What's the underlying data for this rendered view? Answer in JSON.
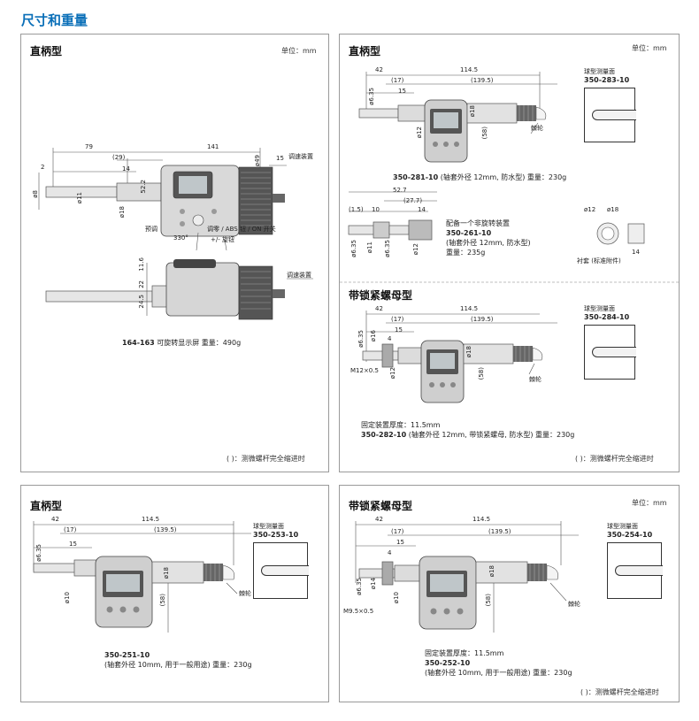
{
  "page_title": "尺寸和重量",
  "panel_a": {
    "title": "直柄型",
    "unit": "单位：mm",
    "dims": {
      "d79": "79",
      "d141": "141",
      "d29": "(29)",
      "d14": "14",
      "d2": "2",
      "d8": "ø8",
      "d11": "ø11",
      "d18": "ø18",
      "d522": "52.2",
      "d49": "ø49",
      "d15": "15",
      "d116": "11.6",
      "d22": "22",
      "d245": "24.5"
    },
    "labels": {
      "speed": "调速装置",
      "preset": "预调",
      "zero": "调零 / ABS 钮 / ON 开关",
      "rot": "330°",
      "plusminus": "+/- 旋钮",
      "speed2": "调速装置"
    },
    "caption_code": "164-163",
    "caption_text": "可旋转显示屏  重量：490g",
    "footnote": "( )：测微螺杆完全缩进时"
  },
  "panel_b": {
    "title": "直柄型",
    "unit": "单位：mm",
    "dims": {
      "d42": "42",
      "d1145": "114.5",
      "d17": "(17)",
      "d1395": "(139.5)",
      "d15": "15",
      "d635": "ø6.35",
      "d12": "ø12",
      "d18": "ø18",
      "d58": "(58)"
    },
    "ratchet": "棘轮",
    "tip_title": "球型测量面",
    "tip_code": "350-283-10",
    "caption_code": "350-281-10",
    "caption_text": "(轴套外径 12mm, 防水型) 重量：230g",
    "dims2": {
      "d527": "52.7",
      "d277": "(27.7)",
      "d15": "(1.5)",
      "d10": "10",
      "d14": "14",
      "d635": "ø6.35",
      "d11": "ø11",
      "d635b": "ø6.35",
      "d12": "ø12"
    },
    "side_note": "配备一个非旋转装置",
    "side_code": "350-261-10",
    "side_text1": "(轴套外径 12mm, 防水型)",
    "side_text2": "重量：235g",
    "bush_d12": "ø12",
    "bush_d18": "ø18",
    "bush_14": "14",
    "bush_caption": "衬套 (标准附件)"
  },
  "panel_b2": {
    "title": "带锁紧螺母型",
    "dims": {
      "d42": "42",
      "d1145": "114.5",
      "d17": "(17)",
      "d1395": "(139.5)",
      "d15": "15",
      "d4": "4",
      "d635": "ø6.35",
      "d16": "ø16",
      "m12": "M12×0.5",
      "d12": "ø12",
      "d18": "ø18",
      "d58": "(58)"
    },
    "ratchet": "棘轮",
    "tip_title": "球型测量面",
    "tip_code": "350-284-10",
    "fix_note": "固定装置厚度：11.5mm",
    "caption_code": "350-282-10",
    "caption_text": "(轴套外径 12mm, 带锁紧螺母, 防水型) 重量：230g",
    "footnote": "( )：测微螺杆完全缩进时"
  },
  "panel_c": {
    "title": "直柄型",
    "dims": {
      "d42": "42",
      "d1145": "114.5",
      "d17": "(17)",
      "d1395": "(139.5)",
      "d15": "15",
      "d635": "ø6.35",
      "d10": "ø10",
      "d18": "ø18",
      "d58": "(58)"
    },
    "ratchet": "棘轮",
    "tip_title": "球型测量面",
    "tip_code": "350-253-10",
    "caption_code": "350-251-10",
    "caption_text": "(轴套外径 10mm, 用于一般用途) 重量：230g"
  },
  "panel_d": {
    "title": "带锁紧螺母型",
    "unit": "单位：mm",
    "dims": {
      "d42": "42",
      "d1145": "114.5",
      "d17": "(17)",
      "d1395": "(139.5)",
      "d15": "15",
      "d4": "4",
      "d635": "ø6.35",
      "d14": "ø14",
      "m95": "M9.5×0.5",
      "d10": "ø10",
      "d18": "ø18",
      "d58": "(58)"
    },
    "ratchet": "棘轮",
    "tip_title": "球型测量面",
    "tip_code": "350-254-10",
    "fix_note": "固定装置厚度：11.5mm",
    "caption_code": "350-252-10",
    "caption_text": "(轴套外径 10mm, 用于一般用途) 重量：230g",
    "footnote": "( )：测微螺杆完全缩进时"
  }
}
